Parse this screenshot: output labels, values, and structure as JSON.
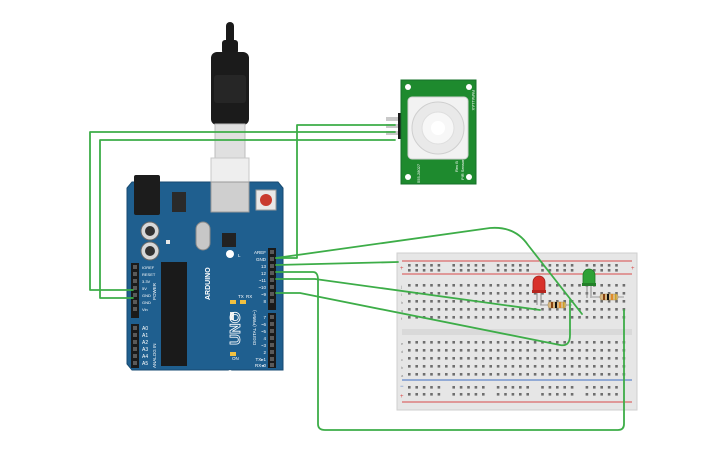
{
  "pir": {
    "label_top": "PARALLAX",
    "label_bottom": "555-28027",
    "label_name": "PIR Sensor",
    "label_rev": "Rev B"
  },
  "arduino": {
    "power_pins": [
      "IOREF",
      "RESET",
      "3.3V",
      "5V",
      "GND",
      "GND",
      "Vin"
    ],
    "analog_pins": [
      "A0",
      "A1",
      "A2",
      "A3",
      "A4",
      "A5"
    ],
    "top_header": [
      "AREF",
      "GND",
      "13",
      "12",
      "~11",
      "~10",
      "~9",
      "8"
    ],
    "bottom_header": [
      "7",
      "~6",
      "~5",
      "4",
      "~3",
      "2",
      "TX▸1",
      "RX◂0"
    ],
    "brand": "ARDUINO",
    "model": "UNO",
    "digital_label": "DIGITAL (PWM~)",
    "power_label": "POWER",
    "analog_label": "ANALOG IN",
    "led_labels": [
      "L",
      "TX",
      "RX",
      "ON"
    ]
  },
  "breadboard": {
    "row_letters_top": [
      "j",
      "i",
      "h",
      "g",
      "f"
    ],
    "row_letters_bottom": [
      "e",
      "d",
      "c",
      "b",
      "a"
    ],
    "plus": "+",
    "minus": "−"
  },
  "colors": {
    "wire": "#3dad48",
    "arduino": "#1f5f8f",
    "pir_board": "#1e8a2e",
    "led_red": "#d8312a",
    "led_green": "#2fa136",
    "breadboard": "#e6e6e6",
    "rail_red": "#d84a4a",
    "rail_blue": "#3f6fc4"
  }
}
